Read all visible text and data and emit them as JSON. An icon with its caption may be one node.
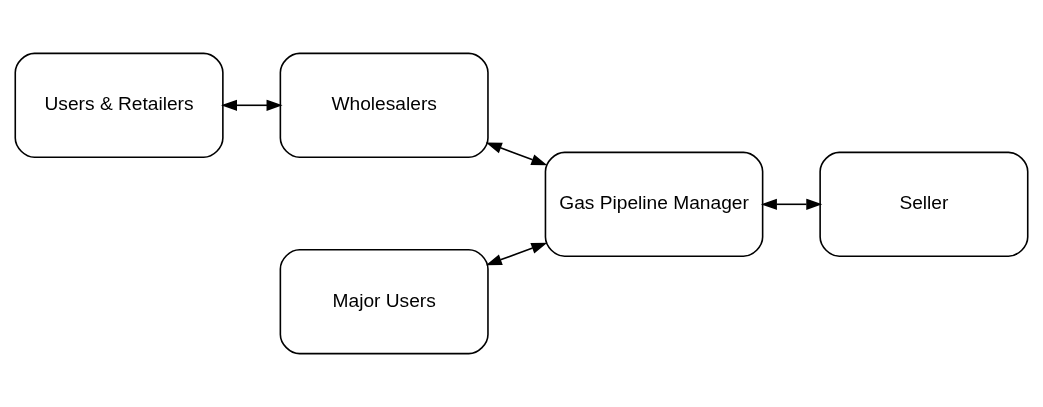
{
  "diagram": {
    "nodes": [
      {
        "text": [
          "Users & Retailers"
        ]
      },
      {
        "text": [
          "Wholesalers"
        ]
      },
      {
        "text": [
          "Gas Pipeline Manager"
        ]
      },
      {
        "text": [
          "Seller"
        ]
      },
      {
        "text": [
          "Major Users"
        ]
      }
    ],
    "edges": [
      {
        "from": 0,
        "to": 1,
        "arrow": "both"
      },
      {
        "from": 1,
        "to": 2,
        "arrow": "both"
      },
      {
        "from": 2,
        "to": 3,
        "arrow": "both"
      },
      {
        "from": 4,
        "to": 2,
        "arrow": "both"
      }
    ]
  }
}
